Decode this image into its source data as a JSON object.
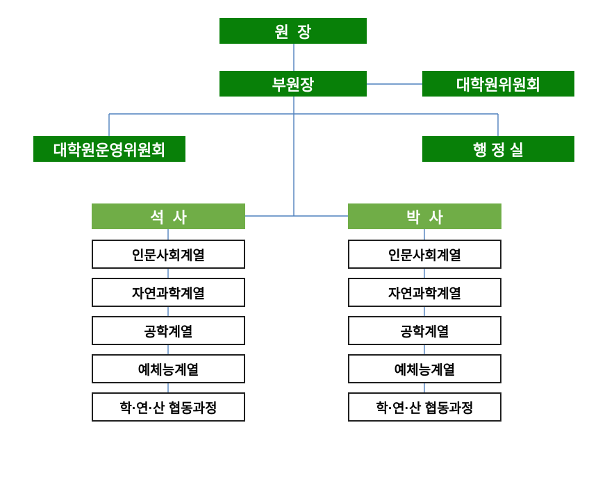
{
  "colors": {
    "dark_green": "#088008",
    "light_green": "#70AD47",
    "connector_blue": "#4F81BD",
    "box_border": "#1F1F1F"
  },
  "org": {
    "director": "원  장",
    "vice_director": "부원장",
    "grad_committee": "대학원위원회",
    "steering_committee": "대학원운영위원회",
    "admin_office": "행 정 실",
    "tracks": [
      {
        "title": "석  사",
        "departments": [
          "인문사회계열",
          "자연과학계열",
          "공학계열",
          "예체능계열",
          "학·연·산 협동과정"
        ]
      },
      {
        "title": "박  사",
        "departments": [
          "인문사회계열",
          "자연과학계열",
          "공학계열",
          "예체능계열",
          "학·연·산 협동과정"
        ]
      }
    ]
  }
}
